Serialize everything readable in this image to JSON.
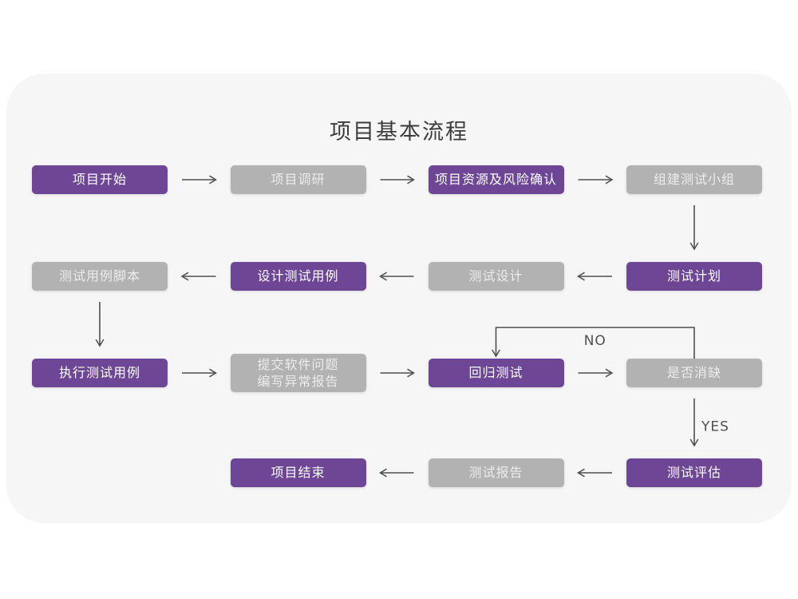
{
  "title": "项目基本流程",
  "colors": {
    "purple": "#6d4796",
    "gray": "#b3b2b3",
    "purple_text": "#ffffff",
    "gray_text": "#ececec",
    "arrow": "#4f4f4f",
    "card_background": "#f6f6f7",
    "title_text": "#3d3b3c"
  },
  "nodes": [
    {
      "id": "project-start",
      "label": "项目开始",
      "variant": "purple",
      "col": 0,
      "row": 0
    },
    {
      "id": "project-research",
      "label": "项目调研",
      "variant": "gray",
      "col": 1,
      "row": 0
    },
    {
      "id": "resource-risk",
      "label": "项目资源及风险确认",
      "variant": "purple",
      "col": 2,
      "row": 0
    },
    {
      "id": "build-team",
      "label": "组建测试小组",
      "variant": "gray",
      "col": 3,
      "row": 0
    },
    {
      "id": "test-plan",
      "label": "测试计划",
      "variant": "purple",
      "col": 3,
      "row": 1
    },
    {
      "id": "test-design",
      "label": "测试设计",
      "variant": "gray",
      "col": 2,
      "row": 1
    },
    {
      "id": "design-cases",
      "label": "设计测试用例",
      "variant": "purple",
      "col": 1,
      "row": 1
    },
    {
      "id": "case-script",
      "label": "测试用例脚本",
      "variant": "gray",
      "col": 0,
      "row": 1
    },
    {
      "id": "execute-cases",
      "label": "执行测试用例",
      "variant": "purple",
      "col": 0,
      "row": 2
    },
    {
      "id": "submit-issues",
      "label": "提交软件问题",
      "label2": "编写异常报告",
      "variant": "gray",
      "col": 1,
      "row": 2
    },
    {
      "id": "regression-test",
      "label": "回归测试",
      "variant": "purple",
      "col": 2,
      "row": 2
    },
    {
      "id": "defect-cleared",
      "label": "是否消缺",
      "variant": "gray",
      "col": 3,
      "row": 2
    },
    {
      "id": "test-evaluate",
      "label": "测试评估",
      "variant": "purple",
      "col": 3,
      "row": 3
    },
    {
      "id": "test-report",
      "label": "测试报告",
      "variant": "gray",
      "col": 2,
      "row": 3
    },
    {
      "id": "project-end",
      "label": "项目结束",
      "variant": "purple",
      "col": 1,
      "row": 3
    }
  ],
  "edges": {
    "horizontal": [
      {
        "row": 0,
        "from": 0,
        "to": 1
      },
      {
        "row": 0,
        "from": 1,
        "to": 2
      },
      {
        "row": 0,
        "from": 2,
        "to": 3
      },
      {
        "row": 1,
        "from": 3,
        "to": 2
      },
      {
        "row": 1,
        "from": 2,
        "to": 1
      },
      {
        "row": 1,
        "from": 1,
        "to": 0
      },
      {
        "row": 2,
        "from": 0,
        "to": 1
      },
      {
        "row": 2,
        "from": 1,
        "to": 2
      },
      {
        "row": 2,
        "from": 2,
        "to": 3
      },
      {
        "row": 3,
        "from": 3,
        "to": 2
      },
      {
        "row": 3,
        "from": 2,
        "to": 1
      }
    ],
    "vertical": [
      {
        "col": 3,
        "from": 0,
        "to": 1
      },
      {
        "col": 0,
        "from": 1,
        "to": 2
      },
      {
        "col": 3,
        "from": 2,
        "to": 3,
        "label": "YES"
      }
    ],
    "loop": {
      "from_col": 3,
      "to_col": 2,
      "row": 2,
      "label": "NO"
    }
  }
}
